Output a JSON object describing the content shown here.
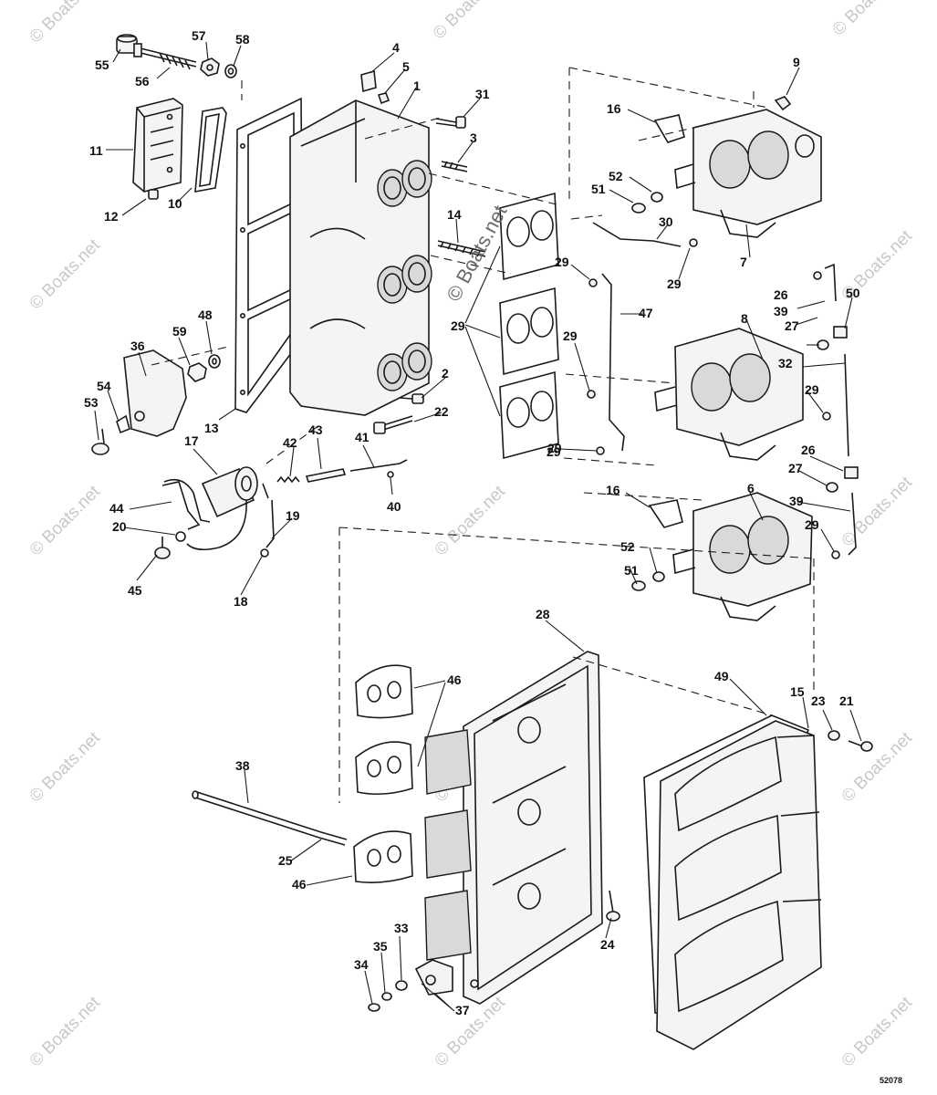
{
  "watermark": {
    "text": "© Boats.net",
    "main_text": "© Boats.net"
  },
  "figure_code": "52078",
  "callouts": [
    "55",
    "56",
    "57",
    "58",
    "4",
    "5",
    "1",
    "31",
    "9",
    "11",
    "12",
    "10",
    "3",
    "16",
    "52",
    "51",
    "14",
    "30",
    "7",
    "29",
    "29",
    "29",
    "47",
    "50",
    "26",
    "39",
    "27",
    "36",
    "59",
    "48",
    "8",
    "29",
    "32",
    "53",
    "54",
    "2",
    "22",
    "29",
    "43",
    "42",
    "41",
    "17",
    "26",
    "27",
    "44",
    "40",
    "16",
    "20",
    "19",
    "39",
    "45",
    "18",
    "52",
    "51",
    "6",
    "29",
    "28",
    "46",
    "49",
    "15",
    "23",
    "21",
    "38",
    "25",
    "46",
    "24",
    "33",
    "35",
    "34",
    "37",
    "29",
    "13",
    "29"
  ]
}
